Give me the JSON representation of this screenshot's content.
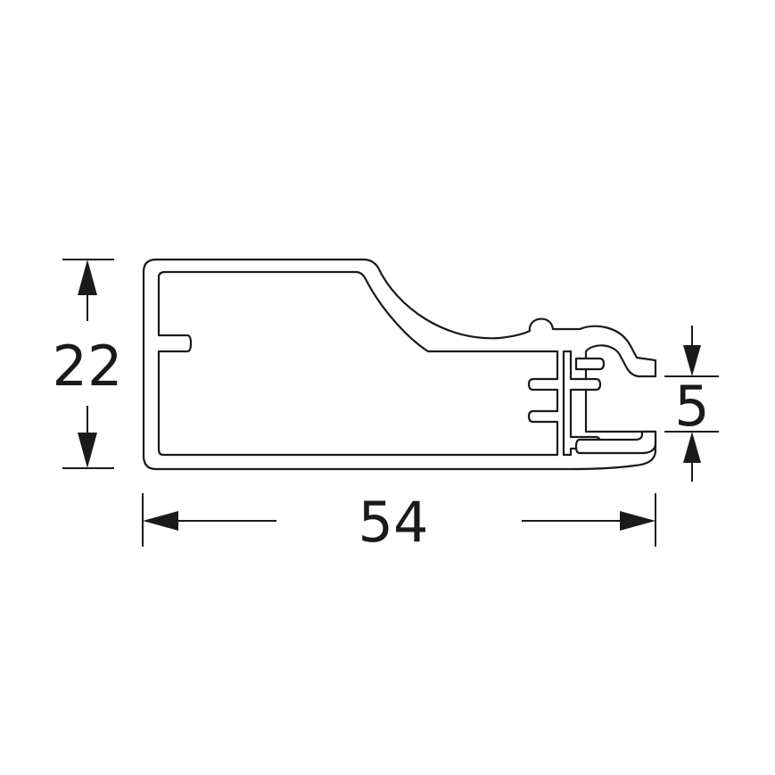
{
  "diagram": {
    "dimensions": {
      "height": "22",
      "width": "54",
      "gap": "5"
    },
    "colors": {
      "stroke": "#1a1a1a",
      "background": "#ffffff"
    }
  }
}
